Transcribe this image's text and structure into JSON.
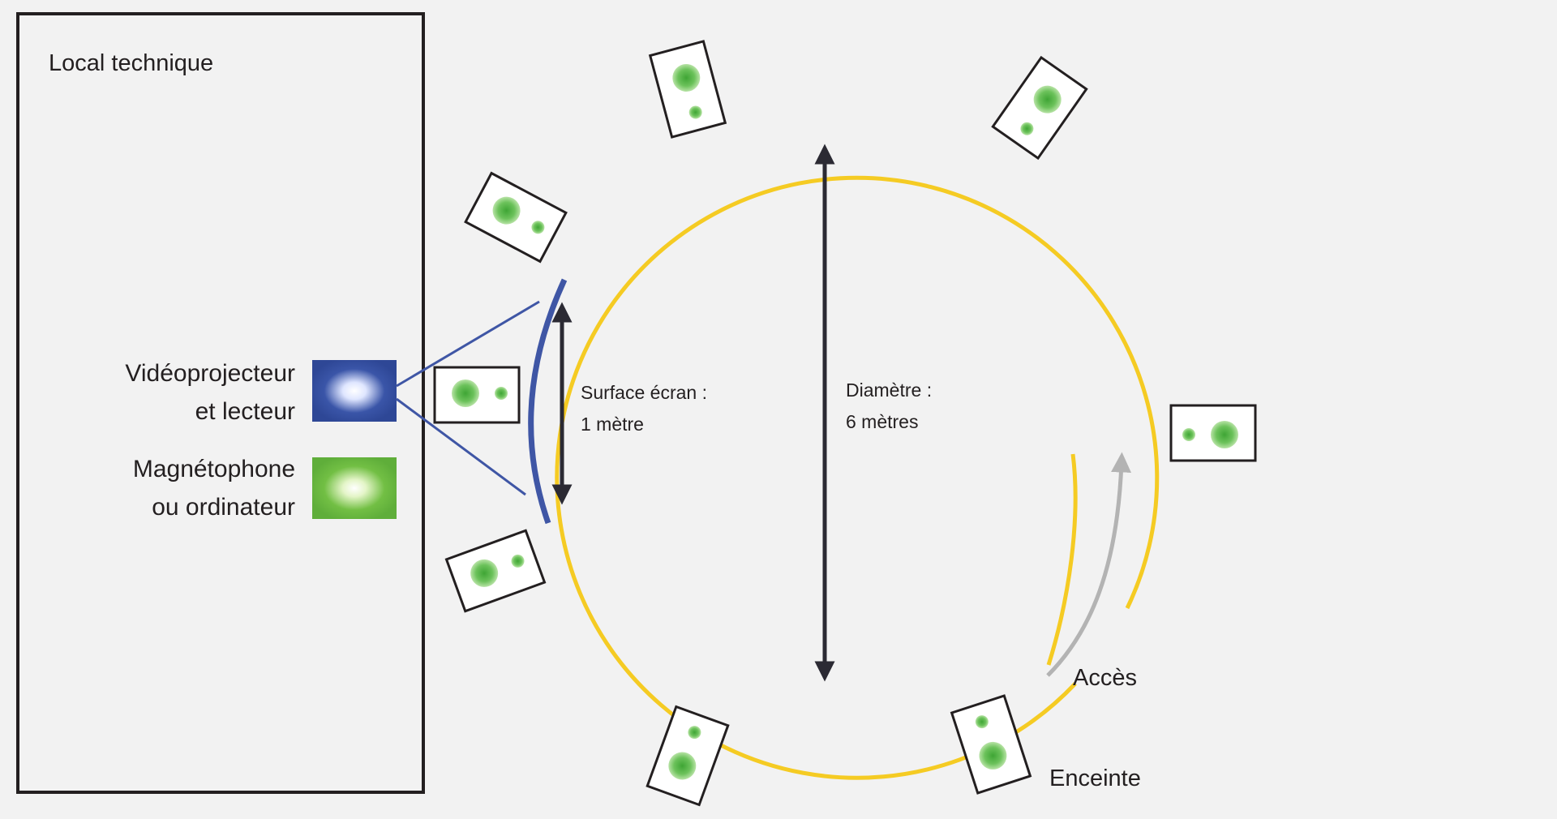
{
  "labels": {
    "local_technique": "Local technique",
    "videoprojecteur_line1": "Vidéoprojecteur",
    "videoprojecteur_line2": "et lecteur",
    "magnetophone_line1": "Magnétophone",
    "magnetophone_line2": "ou ordinateur",
    "surface_line1": "Surface écran :",
    "surface_line2": "1 mètre",
    "diametre_line1": "Diamètre :",
    "diametre_line2": "6 mètres",
    "acces": "Accès",
    "enceinte": "Enceinte"
  },
  "colors": {
    "background": "#f2f2f2",
    "room_outline": "#231f20",
    "screen_circle": "#f5cb23",
    "screen_surface": "#3f56a5",
    "projector_blue": "#3a55a8",
    "recorder_green": "#72bf44",
    "speaker_green": "#5cb845",
    "arrow_dark": "#2b2a33",
    "access_arrow": "#b3b3b3"
  },
  "icons": {
    "projector": "projector-light-icon",
    "recorder": "recorder-light-icon",
    "speaker": "speaker-icon",
    "access": "access-arrow-icon"
  }
}
